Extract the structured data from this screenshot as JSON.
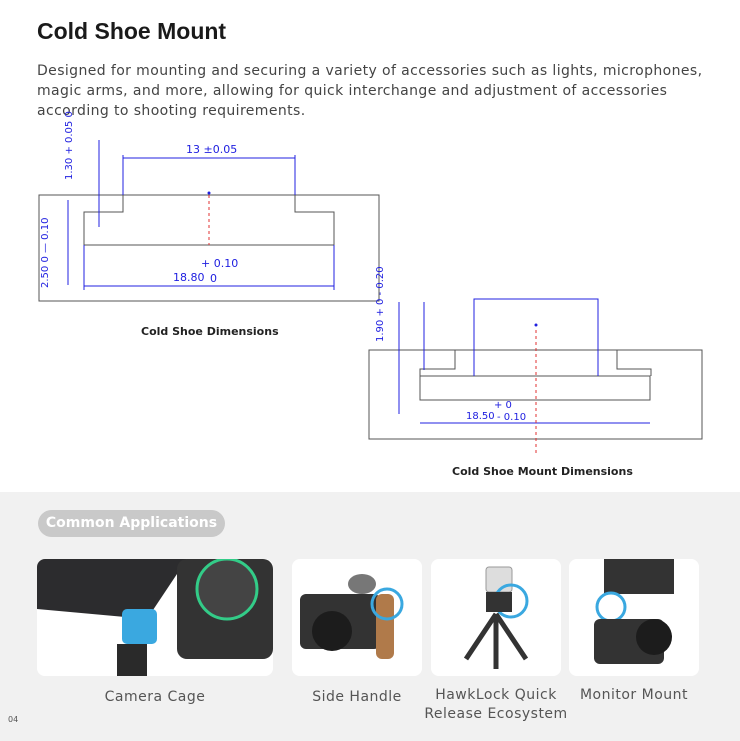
{
  "title": "Cold Shoe Mount",
  "description": "Designed for mounting and securing a variety of accessories such as lights, microphones, magic arms, and more, allowing for quick interchange and adjustment of accessories according to shooting requirements.",
  "diagram1": {
    "caption": "Cold Shoe Dimensions",
    "width_top": "13 ±0.05",
    "height_top": "1.30",
    "height_top_tol": "+ 0.05  0",
    "height_slot": "2.50",
    "height_slot_tol": "0 — 0.10",
    "width_bottom": "18.80",
    "width_bottom_tol_plus": "+ 0.10",
    "width_bottom_tol_minus": "0"
  },
  "diagram2": {
    "caption": "Cold Shoe Mount Dimensions",
    "height": "1.90",
    "height_tol": "+ 0  - 0.20",
    "width": "18.50",
    "width_tol_plus": "+ 0",
    "width_tol_minus": "- 0.10"
  },
  "applications": {
    "heading": "Common Applications",
    "items": [
      {
        "label": "Camera Cage"
      },
      {
        "label": "Side Handle"
      },
      {
        "label": "HawkLock Quick Release Ecosystem"
      },
      {
        "label": "Monitor Mount"
      }
    ]
  },
  "page_number": "04",
  "colors": {
    "dim": "#2020e0",
    "line": "#555555",
    "center": "#e03030"
  }
}
